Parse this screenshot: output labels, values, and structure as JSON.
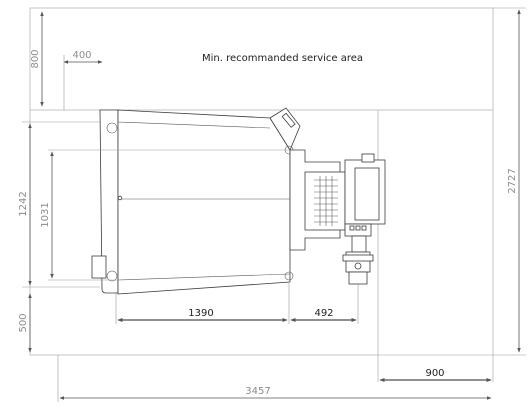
{
  "note": "Min. recommanded service area",
  "dimensions": {
    "top_clearance": "800",
    "offset_left": "400",
    "body_height": "1242",
    "inner_height": "1031",
    "bottom_clearance": "500",
    "burner_length": "1390",
    "head_length": "492",
    "right_clearance": "900",
    "total_width": "3457",
    "total_height": "2727"
  },
  "colors": {
    "dimension_line": "#555555",
    "service_area_border": "#c4c4c4",
    "outline": "#3c3c3c"
  }
}
